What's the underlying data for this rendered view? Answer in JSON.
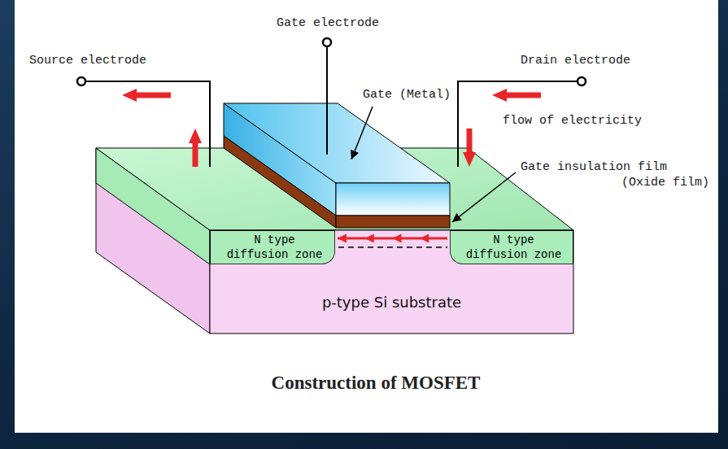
{
  "diagram": {
    "caption": "Construction of MOSFET",
    "nodes": [
      {
        "text": [
          "p-type Si substrate"
        ]
      },
      {
        "text": [
          "N type diffusion zone"
        ],
        "in": 0
      },
      {
        "text": [
          "N type diffusion zone"
        ],
        "in": 0
      }
    ],
    "edges": [
      {
        "from": 2,
        "to": 1,
        "arrow": "to"
      }
    ],
    "labels": [
      "Source electrode",
      "Gate electrode",
      "Drain electrode",
      "Gate (Metal)",
      "flow of electricity",
      "Gate insulation film (Oxide film)"
    ]
  }
}
